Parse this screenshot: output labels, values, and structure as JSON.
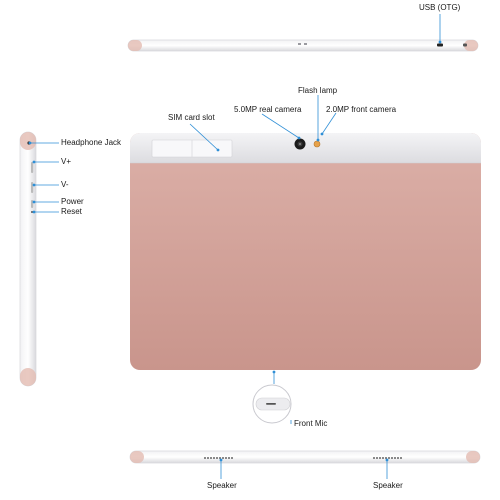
{
  "labels": {
    "usb_otg": "USB (OTG)",
    "flash_lamp": "Flash lamp",
    "sim_card_slot": "SIM card slot",
    "real_camera": "5.0MP real camera",
    "front_camera": "2.0MP front camera",
    "headphone_jack": "Headphone Jack",
    "v_plus": "V+",
    "v_minus": "V-",
    "power": "Power",
    "reset": "Reset",
    "front_mic": "Front Mic",
    "speaker_left": "Speaker",
    "speaker_right": "Speaker"
  },
  "colors": {
    "body_rose_gold": "#d4a49c",
    "bezel_silver": "#e9e9ec",
    "accent_blue": "#2f8fd6",
    "edge_rose": "#e3bcb2"
  }
}
